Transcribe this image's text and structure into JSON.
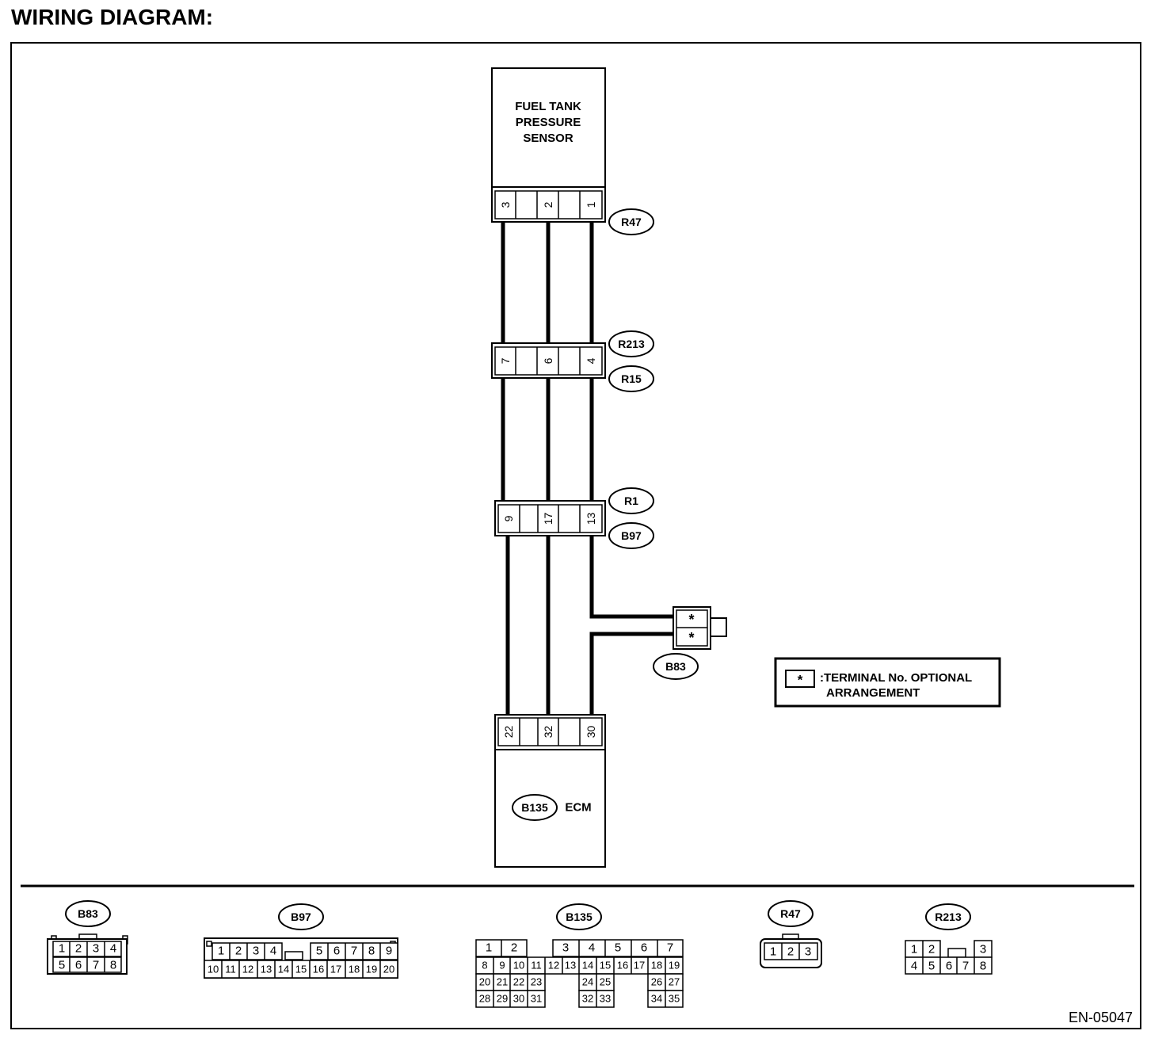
{
  "title": "WIRING DIAGRAM:",
  "components": {
    "sensor": {
      "lines": [
        "FUEL TANK",
        "PRESSURE",
        "SENSOR"
      ]
    },
    "ecm": {
      "connector": "B135",
      "label": "ECM"
    },
    "b83_connector": {
      "label": "B83",
      "pins": [
        "*",
        "*"
      ]
    }
  },
  "connectors": [
    {
      "key": "r47",
      "tags": [
        "R47"
      ],
      "pins": [
        "3",
        "2",
        "1"
      ]
    },
    {
      "key": "r213",
      "tags": [
        "R213",
        "R15"
      ],
      "pins": [
        "7",
        "6",
        "4"
      ]
    },
    {
      "key": "r1",
      "tags": [
        "R1",
        "B97"
      ],
      "pins": [
        "9",
        "17",
        "13"
      ]
    },
    {
      "key": "ecm",
      "tags": [],
      "pins": [
        "22",
        "32",
        "30"
      ]
    }
  ],
  "legend": {
    "symbol": "*",
    "lines": [
      ":TERMINAL No. OPTIONAL",
      "ARRANGEMENT"
    ]
  },
  "face_views": {
    "B83": {
      "rows": [
        [
          "1",
          "2",
          "3",
          "4"
        ],
        [
          "5",
          "6",
          "7",
          "8"
        ]
      ]
    },
    "B97": {
      "rows": [
        [
          "1",
          "2",
          "3",
          "4",
          "",
          "5",
          "6",
          "7",
          "8",
          "9"
        ],
        [
          "10",
          "11",
          "12",
          "13",
          "14",
          "15",
          "16",
          "17",
          "18",
          "19",
          "20"
        ]
      ]
    },
    "B135": {
      "rows": [
        [
          "1",
          "2",
          "3",
          "4",
          "5",
          "6",
          "7"
        ],
        [
          "8",
          "9",
          "10",
          "11",
          "12",
          "13",
          "14",
          "15",
          "16",
          "17",
          "18",
          "19"
        ],
        [
          "20",
          "21",
          "22",
          "23",
          "24",
          "25",
          "26",
          "27"
        ],
        [
          "28",
          "29",
          "30",
          "31",
          "32",
          "33",
          "34",
          "35"
        ]
      ]
    },
    "R47": {
      "rows": [
        [
          "1",
          "2",
          "3"
        ]
      ]
    },
    "R213": {
      "rows": [
        [
          "1",
          "2",
          "3"
        ],
        [
          "4",
          "5",
          "6",
          "7",
          "8"
        ]
      ]
    }
  },
  "code": "EN-05047"
}
